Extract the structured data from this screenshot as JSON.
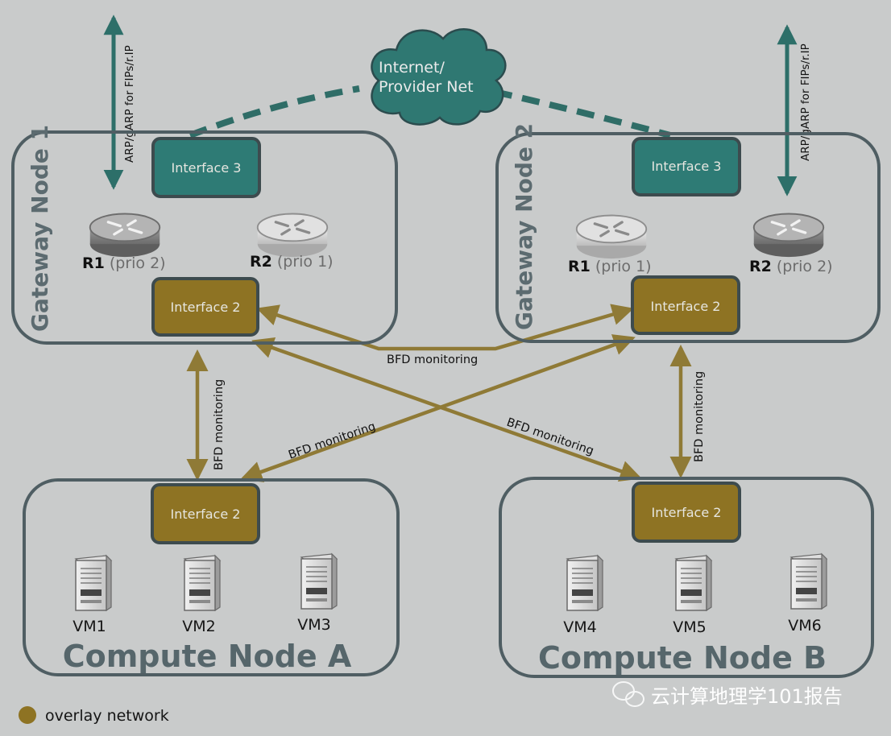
{
  "cloud": {
    "line1": "Internet/",
    "line2": "Provider Net"
  },
  "gateway_nodes": [
    {
      "title": "Gateway Node 1",
      "interface_upper": "Interface 3",
      "interface_lower": "Interface 2",
      "routers": [
        {
          "name": "R1",
          "prio": "(prio 2)",
          "state": "active"
        },
        {
          "name": "R2",
          "prio": "(prio 1)",
          "state": "standby"
        }
      ],
      "arp_label": "ARP/gARP for FIPs/r.IP"
    },
    {
      "title": "Gateway Node 2",
      "interface_upper": "Interface 3",
      "interface_lower": "Interface 2",
      "routers": [
        {
          "name": "R1",
          "prio": "(prio 1)",
          "state": "standby"
        },
        {
          "name": "R2",
          "prio": "(prio 2)",
          "state": "active"
        }
      ],
      "arp_label": "ARP/gARP for FIPs/r.IP"
    }
  ],
  "compute_nodes": [
    {
      "title": "Compute Node A",
      "interface": "Interface 2",
      "vms": [
        "VM1",
        "VM2",
        "VM3"
      ]
    },
    {
      "title": "Compute Node B",
      "interface": "Interface 2",
      "vms": [
        "VM4",
        "VM5",
        "VM6"
      ]
    }
  ],
  "bfd_label": "BFD monitoring",
  "legend": {
    "label": "overlay network",
    "color": "#8e7323"
  },
  "watermark": "云计算地理学101报告",
  "colors": {
    "teal": "#2e7b75",
    "gold": "#8e7323",
    "frame": "#4f5e63",
    "background": "#c9cbcb"
  },
  "icons": {
    "router": "router-icon",
    "server": "server-icon",
    "cloud": "cloud-icon",
    "wechat": "wechat-icon"
  }
}
